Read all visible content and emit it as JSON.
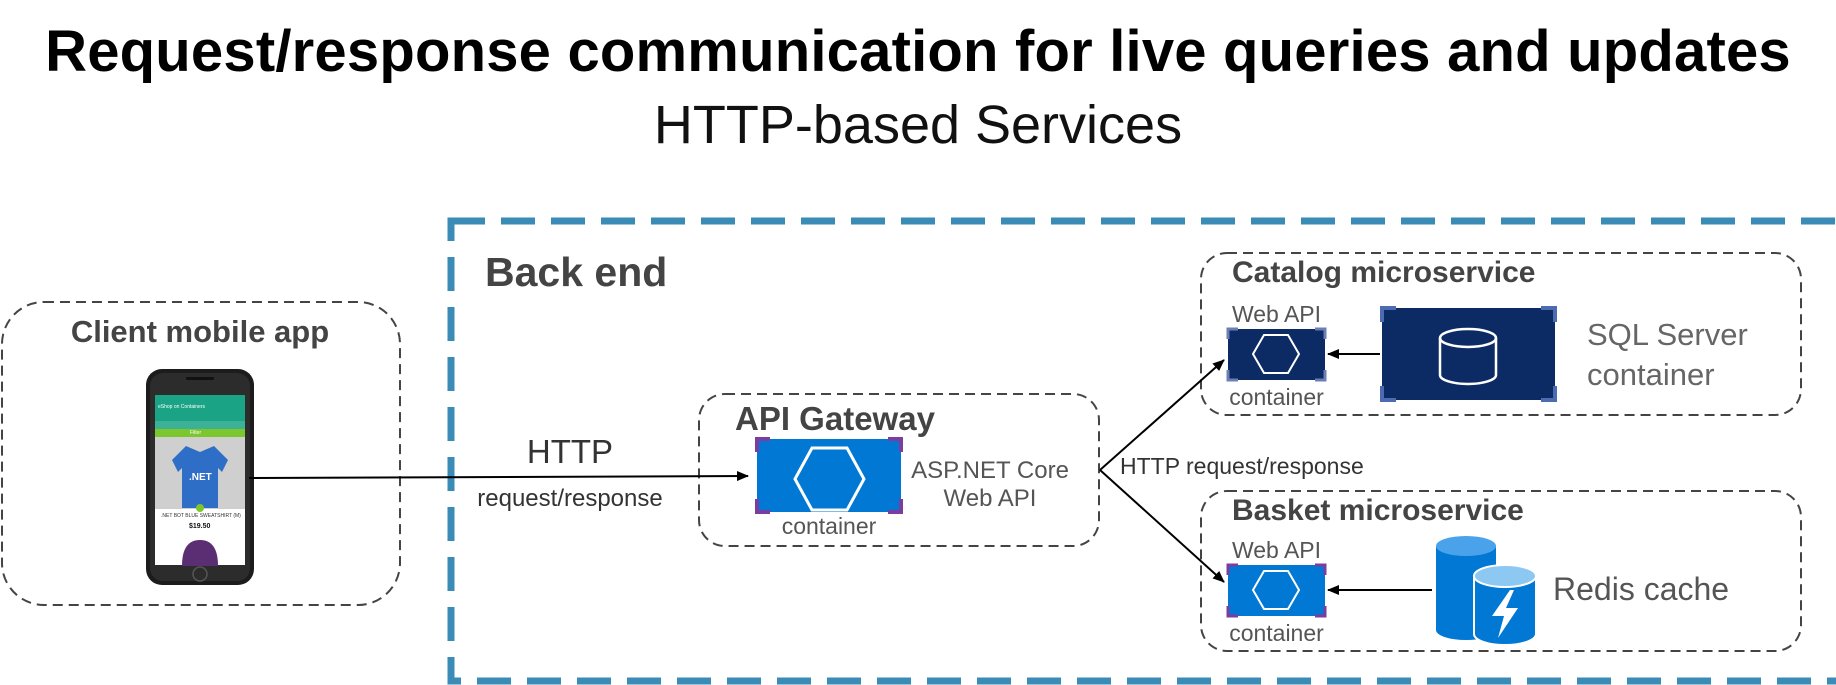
{
  "title": "Request/response communication for live queries and updates",
  "subtitle": "HTTP-based Services",
  "client": {
    "label": "Client mobile app",
    "phone": {
      "app_title": "eShop on Containers",
      "filter": "Filter",
      "product_name": ".NET BOT BLUE SWEATSHIRT (M)",
      "price": "$19.50",
      "shirt_text": ".NET"
    }
  },
  "http": {
    "label": "HTTP",
    "sub": "request/response"
  },
  "backend": {
    "label": "Back end"
  },
  "gateway": {
    "label": "API Gateway",
    "container": "container",
    "tech_line1": "ASP.NET Core",
    "tech_line2": "Web API"
  },
  "http_rr": "HTTP request/response",
  "catalog": {
    "label": "Catalog microservice",
    "webapi": "Web API",
    "container": "container",
    "db_line1": "SQL Server",
    "db_line2": "container"
  },
  "basket": {
    "label": "Basket microservice",
    "webapi": "Web API",
    "container": "container",
    "cache": "Redis cache"
  },
  "colors": {
    "dash_blue": "#3a8bb5",
    "azure_blue": "#0078d4",
    "navy": "#0c2a63",
    "purple": "#7a3ea1",
    "phone_green": "#7cc62e",
    "phone_teal": "#1aa385"
  }
}
